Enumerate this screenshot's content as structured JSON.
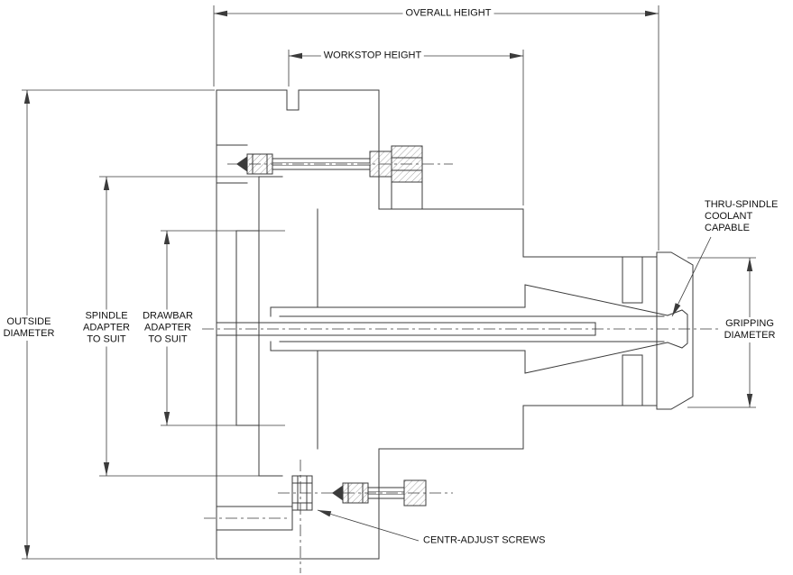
{
  "drawing": {
    "dimensions": {
      "overall_height": "OVERALL HEIGHT",
      "workstop_height": "WORKSTOP HEIGHT",
      "outside_diameter": [
        "OUTSIDE",
        "DIAMETER"
      ],
      "spindle_adapter": [
        "SPINDLE",
        "ADAPTER",
        "TO SUIT"
      ],
      "drawbar_adapter": [
        "DRAWBAR",
        "ADAPTER",
        "TO SUIT"
      ],
      "gripping_diameter": [
        "GRIPPING",
        "DIAMETER"
      ]
    },
    "callouts": {
      "thru_spindle_coolant": [
        "THRU-SPINDLE",
        "COOLANT",
        "CAPABLE"
      ],
      "centr_adjust_screws": "CENTR-ADJUST SCREWS"
    },
    "colors": {
      "line": "#3b3b3b",
      "text": "#111111",
      "background": "#ffffff"
    }
  }
}
